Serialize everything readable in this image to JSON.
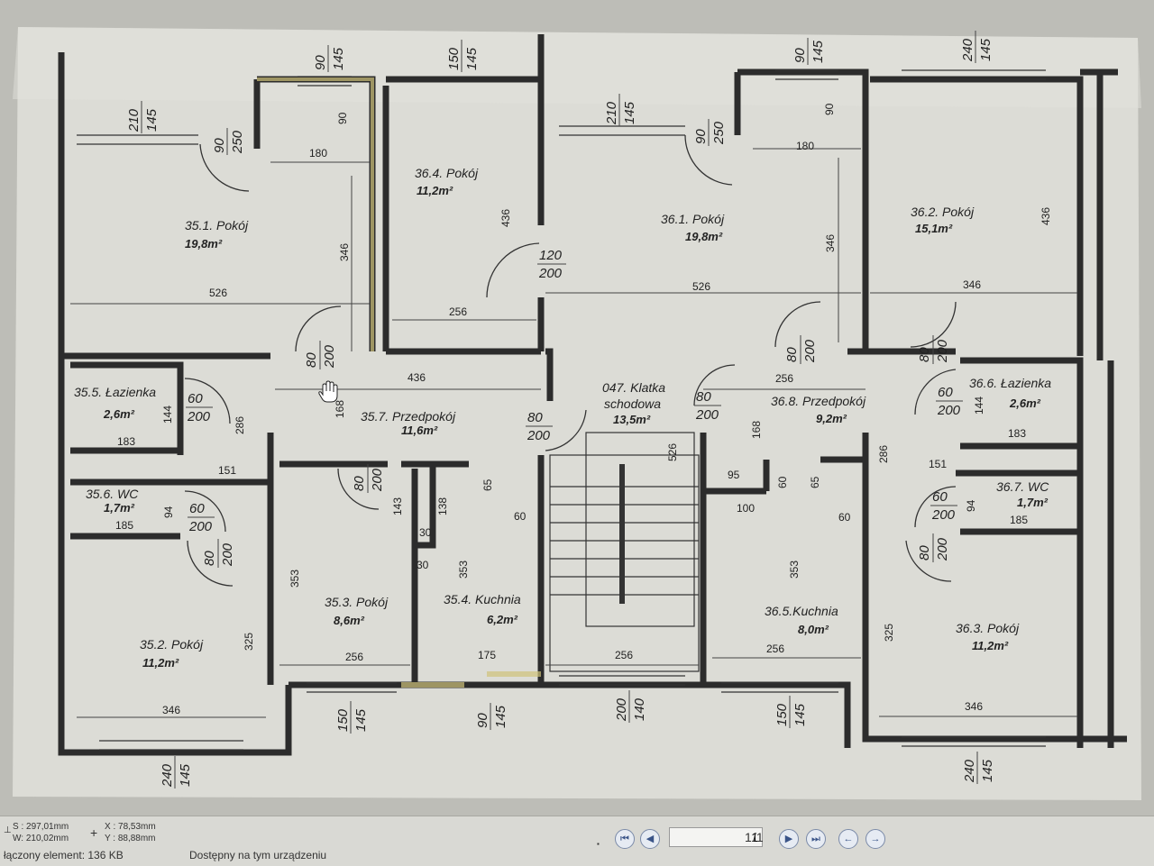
{
  "rooms": {
    "r351": {
      "name": "35.1. Pokój",
      "area": "19,8m²"
    },
    "r364": {
      "name": "36.4. Pokój",
      "area": "11,2m²"
    },
    "r361": {
      "name": "36.1. Pokój",
      "area": "19,8m²"
    },
    "r362": {
      "name": "36.2. Pokój",
      "area": "15,1m²"
    },
    "r355": {
      "name": "35.5. Łazienka",
      "area": "2,6m²"
    },
    "r357": {
      "name": "35.7. Przedpokój",
      "area": "11,6m²"
    },
    "r047": {
      "name": "047. Klatka",
      "name2": "schodowa",
      "area": "13,5m²"
    },
    "r368": {
      "name": "36.8. Przedpokój",
      "area": "9,2m²"
    },
    "r366": {
      "name": "36.6. Łazienka",
      "area": "2,6m²"
    },
    "r356": {
      "name": "35.6. WC",
      "area": "1,7m²"
    },
    "r367": {
      "name": "36.7. WC",
      "area": "1,7m²"
    },
    "r352": {
      "name": "35.2. Pokój",
      "area": "11,2m²"
    },
    "r353": {
      "name": "35.3. Pokój",
      "area": "8,6m²"
    },
    "r354": {
      "name": "35.4. Kuchnia",
      "area": "6,2m²"
    },
    "r365": {
      "name": "36.5.Kuchnia",
      "area": "8,0m²"
    },
    "r363": {
      "name": "36.3. Pokój",
      "area": "11,2m²"
    }
  },
  "dims": {
    "d180a": "180",
    "d180b": "180",
    "d526a": "526",
    "d526b": "526",
    "d526c": "526",
    "d346a": "346",
    "d346b": "346",
    "d346c": "346",
    "d346d": "346",
    "d346e": "346",
    "d436a": "436",
    "d436b": "436",
    "d436c": "436",
    "d256a": "256",
    "d256b": "256",
    "d256c": "256",
    "d256d": "256",
    "d256e": "256",
    "d90a": "90",
    "d90b": "90",
    "d144a": "144",
    "d144b": "144",
    "d183a": "183",
    "d183b": "183",
    "d286a": "286",
    "d286b": "286",
    "d168a": "168",
    "d168b": "168",
    "d151a": "151",
    "d151b": "151",
    "d185a": "185",
    "d185b": "185",
    "d94a": "94",
    "d94b": "94",
    "d353a": "353",
    "d353b": "353",
    "d353c": "353",
    "d325a": "325",
    "d325b": "325",
    "d143": "143",
    "d138": "138",
    "d30a": "30",
    "d30b": "30",
    "d65a": "65",
    "d65b": "65",
    "d60a": "60",
    "d60b": "60",
    "d60c": "60",
    "d175": "175",
    "d95": "95",
    "d100": "100"
  },
  "openings": {
    "w1": {
      "top": "90",
      "bottom": "145"
    },
    "w2": {
      "top": "150",
      "bottom": "145"
    },
    "w3": {
      "top": "90",
      "bottom": "145"
    },
    "w4": {
      "top": "240",
      "bottom": "145"
    },
    "w5": {
      "top": "210",
      "bottom": "145"
    },
    "w6": {
      "top": "210",
      "bottom": "145"
    },
    "w7": {
      "top": "150",
      "bottom": "145"
    },
    "w8": {
      "top": "90",
      "bottom": "145"
    },
    "w9": {
      "top": "200",
      "bottom": "140"
    },
    "w10": {
      "top": "150",
      "bottom": "145"
    },
    "w11": {
      "top": "240",
      "bottom": "145"
    },
    "w12": {
      "top": "240",
      "bottom": "145"
    },
    "dr1": {
      "top": "90",
      "bottom": "250"
    },
    "dr2": {
      "top": "90",
      "bottom": "250"
    },
    "dr3": {
      "top": "120",
      "bottom": "200"
    },
    "dr4": {
      "top": "80",
      "bottom": "200"
    },
    "dr5": {
      "top": "80",
      "bottom": "200"
    },
    "dr6": {
      "top": "80",
      "bottom": "200"
    },
    "dr7": {
      "top": "60",
      "bottom": "200"
    },
    "dr8": {
      "top": "60",
      "bottom": "200"
    },
    "dr9": {
      "top": "80",
      "bottom": "200"
    },
    "dr10": {
      "top": "80",
      "bottom": "200"
    },
    "dr11": {
      "top": "80",
      "bottom": "200"
    },
    "dr12": {
      "top": "80",
      "bottom": "200"
    },
    "dr13": {
      "top": "60",
      "bottom": "200"
    },
    "dr14": {
      "top": "60",
      "bottom": "200"
    },
    "dr15": {
      "top": "80",
      "bottom": "200"
    }
  },
  "statusbar": {
    "size_s": "S : 297,01mm",
    "size_w": "W: 210,02mm",
    "coord_x": "X : 78,53mm",
    "coord_y": "Y : 88,88mm",
    "element_info": "łączony element: 136 KB",
    "availability": "Dostępny na tym urządzeniu",
    "page_current": "1",
    "page_total": "/1"
  },
  "colors": {
    "paper": "#d8d8d2",
    "wall": "#2c2c2c",
    "highlight": "#cfc27a",
    "nav_accent": "#3a5488"
  },
  "icons": {
    "first": "first-page-icon",
    "prev": "prev-page-icon",
    "next": "next-page-icon",
    "last": "last-page-icon",
    "back": "back-icon",
    "forward": "forward-icon",
    "cursor": "hand-cursor-icon"
  }
}
